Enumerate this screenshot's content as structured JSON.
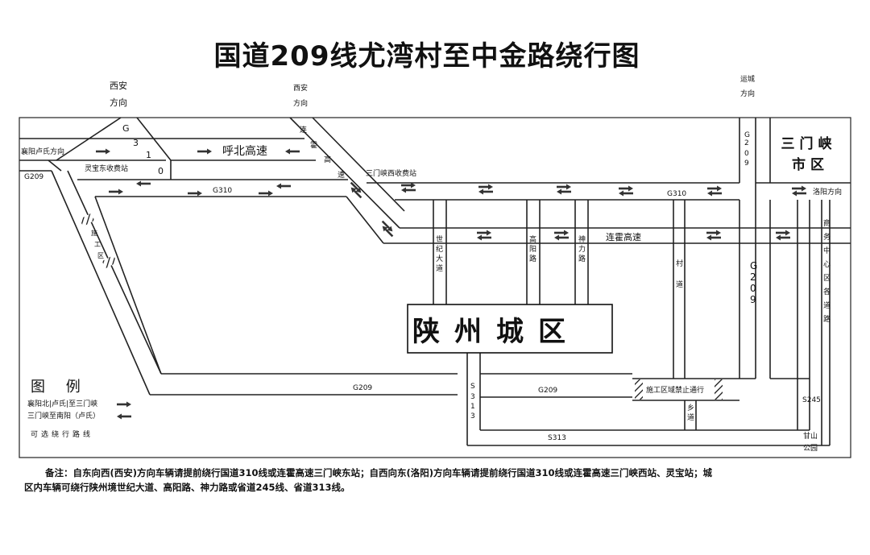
{
  "title": "国道209线尤湾村至中金路绕行图",
  "directions": {
    "xian_left": [
      "西安",
      "方向"
    ],
    "xian_right": [
      "西安",
      "方向"
    ],
    "yuncheng": [
      "运城",
      "方向"
    ],
    "xiangyang_lushi": "襄阳卢氏方向",
    "luoyang": "洛阳方向"
  },
  "roads": {
    "g310_vertical": [
      "G",
      "3",
      "1",
      "0"
    ],
    "hubei_expressway": "呼北高速",
    "lingbao_toll": "灵宝东收费站",
    "g209_left": "G209",
    "g310_left": "G310",
    "g310_right": "G310",
    "lianhuo_vertical": [
      "连",
      "霍",
      "高",
      "速"
    ],
    "smx_west_toll": "三门峡西收费站",
    "construction_zone": [
      "施",
      "工",
      "区"
    ],
    "shiji_avenue": [
      "世",
      "纪",
      "大",
      "道"
    ],
    "gaoyang_road": [
      "高",
      "阳",
      "路"
    ],
    "shenli_road": [
      "神",
      "力",
      "路"
    ],
    "lianhuo_expressway": "连霍高速",
    "cun_road": [
      "村",
      "道"
    ],
    "g209_top": [
      "G",
      "2",
      "0",
      "9"
    ],
    "g209_mid": [
      "G",
      "2",
      "0",
      "9"
    ],
    "business_roads": [
      "商",
      "务",
      "中",
      "心",
      "区",
      "各",
      "道",
      "路"
    ],
    "g209_bottom_left": "G209",
    "g209_bottom_right": "G209",
    "s313_vertical": [
      "S",
      "3",
      "1",
      "3"
    ],
    "s313": "S313",
    "construction_closed": "施工区域禁止通行",
    "xiang_road": [
      "乡",
      "道"
    ],
    "s245": "S245",
    "ganshan_park": [
      "甘山",
      "公园"
    ]
  },
  "city": [
    "三门峡",
    "市区"
  ],
  "district": "陕州城区",
  "legend": {
    "title": "图 例",
    "item1": "襄阳北|卢氏|至三门峡",
    "item2": "三门峡至南阳（卢氏）",
    "item3": "可选绕行路线"
  },
  "note": [
    "备注：自东向西(西安)方向车辆请提前绕行国道310线或连霍高速三门峡东站；自西向东(洛阳)方向车辆请提前绕行国道310线或连霍高速三门峡西站、灵宝站；城",
    "区内车辆可绕行陕州境世纪大道、高阳路、神力路或省道245线、省道313线。"
  ],
  "colors": {
    "line": "#222222",
    "arrow": "#333333",
    "background": "#ffffff"
  }
}
